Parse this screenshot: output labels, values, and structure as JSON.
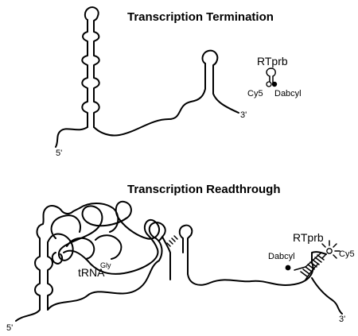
{
  "termination": {
    "title": "Transcription Termination",
    "five_prime": "5'",
    "three_prime": "3'",
    "probe": {
      "name": "RTprb",
      "fluorophore": "Cy5",
      "quencher": "Dabcyl"
    }
  },
  "readthrough": {
    "title": "Transcription Readthrough",
    "five_prime": "5'",
    "three_prime": "3'",
    "trna_label": "tRNA",
    "trna_superscript": "Gly",
    "probe": {
      "name": "RTprb",
      "fluorophore": "Cy5",
      "quencher": "Dabcyl"
    }
  },
  "colors": {
    "line": "#000000",
    "background": "#ffffff"
  }
}
